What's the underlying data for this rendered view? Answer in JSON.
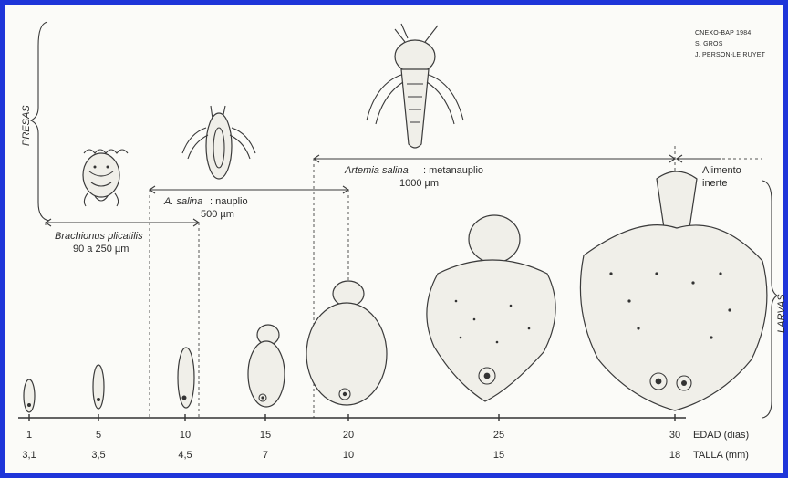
{
  "credit": [
    "CNEXO-BAP 1984",
    "S. GROS",
    "J. PERSON-LE RUYET"
  ],
  "labels": {
    "presas": "PRESAS",
    "larvas": "LARVAS",
    "brachionus_name": "Brachionus plicatilis",
    "brachionus_size": "90 a 250 µm",
    "nauplio_name": "A. salina",
    "nauplio_word": ": nauplio",
    "nauplio_size": "500 µm",
    "meta_name": "Artemia salina",
    "meta_word": ": metanauplio",
    "meta_size": "1000 µm",
    "alimento_1": "Alimento",
    "alimento_2": "inerte",
    "edad_title": "EDAD (dias)",
    "talla_title": "TALLA (mm)"
  },
  "edad_values": [
    "1",
    "5",
    "10",
    "15",
    "20",
    "25",
    "30"
  ],
  "talla_values": [
    "3,1",
    "3,5",
    "4,5",
    "7",
    "10",
    "15",
    "18"
  ]
}
